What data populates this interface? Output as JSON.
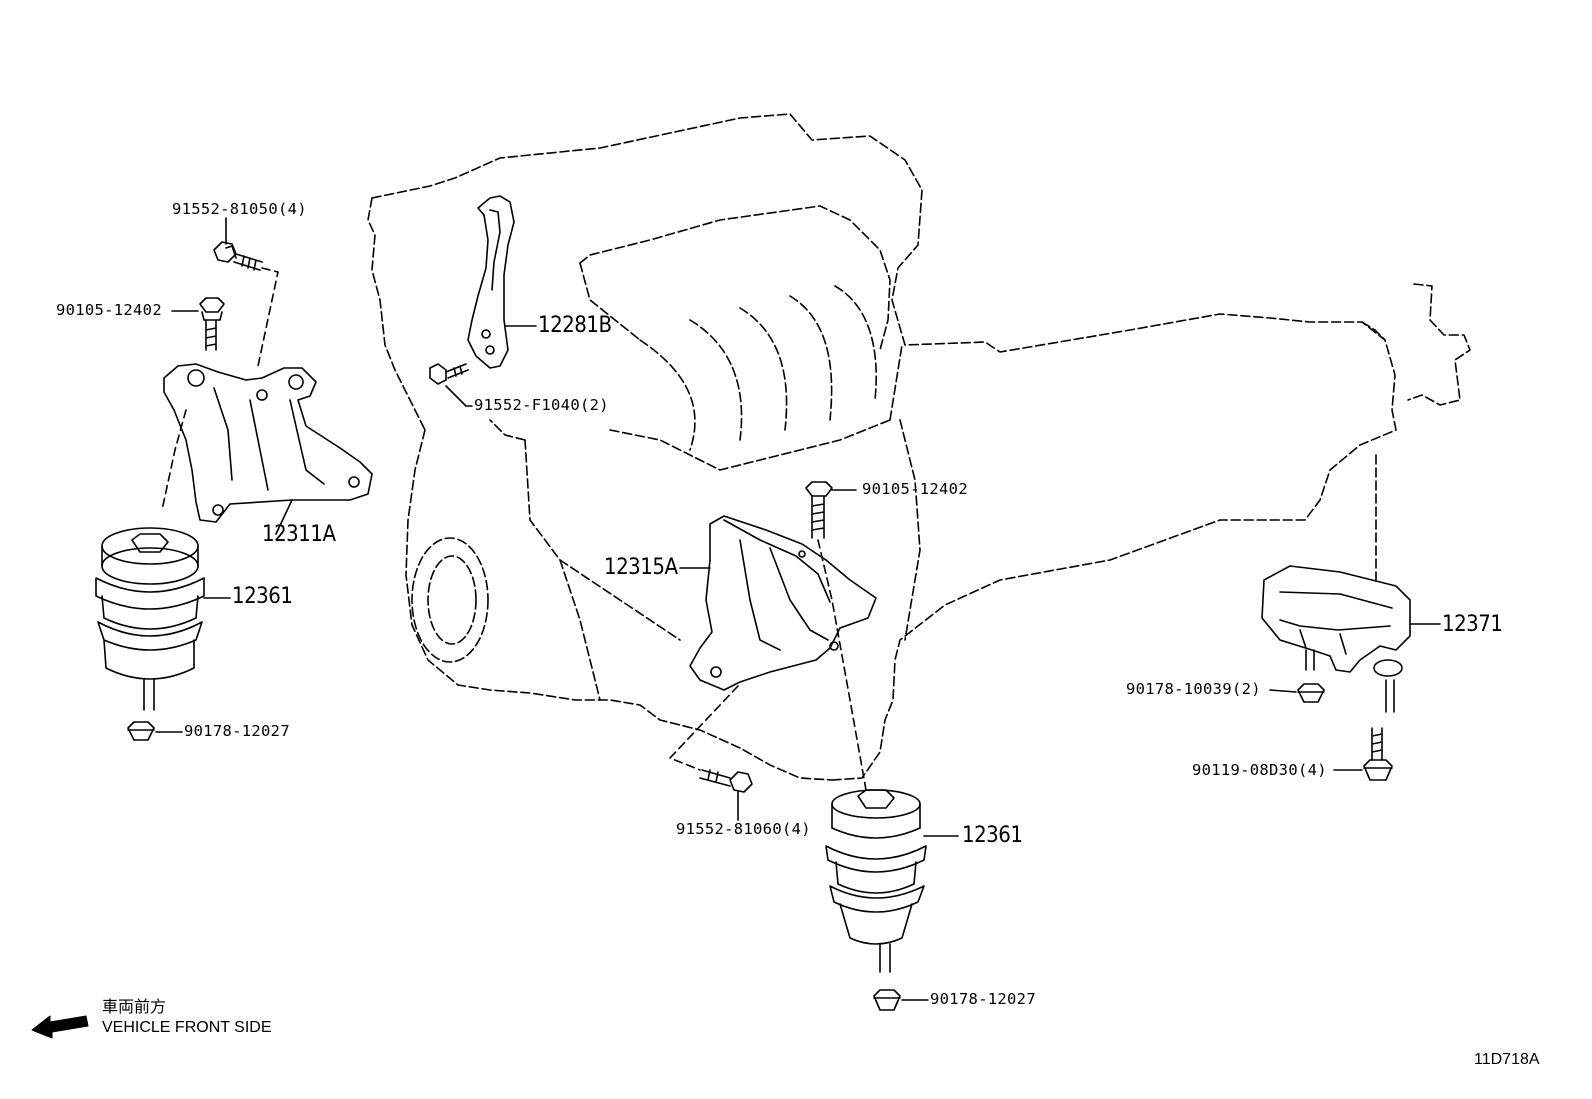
{
  "diagram_id": "11D718A",
  "front_note": {
    "jp": "車両前方",
    "en": "VEHICLE FRONT SIDE"
  },
  "callouts": {
    "c1": "91552-81050(4)",
    "c2": "90105-12402",
    "c3": "12311A",
    "c4": "12361",
    "c5": "90178-12027",
    "c6": "12281B",
    "c7": "91552-F1040(2)",
    "c8": "90105-12402",
    "c9": "12315A",
    "c10": "91552-81060(4)",
    "c11": "12361",
    "c12": "90178-12027",
    "c13": "12371",
    "c14": "90178-10039(2)",
    "c15": "90119-08D30(4)"
  },
  "colors": {
    "ink": "#000000",
    "paper": "#ffffff"
  }
}
